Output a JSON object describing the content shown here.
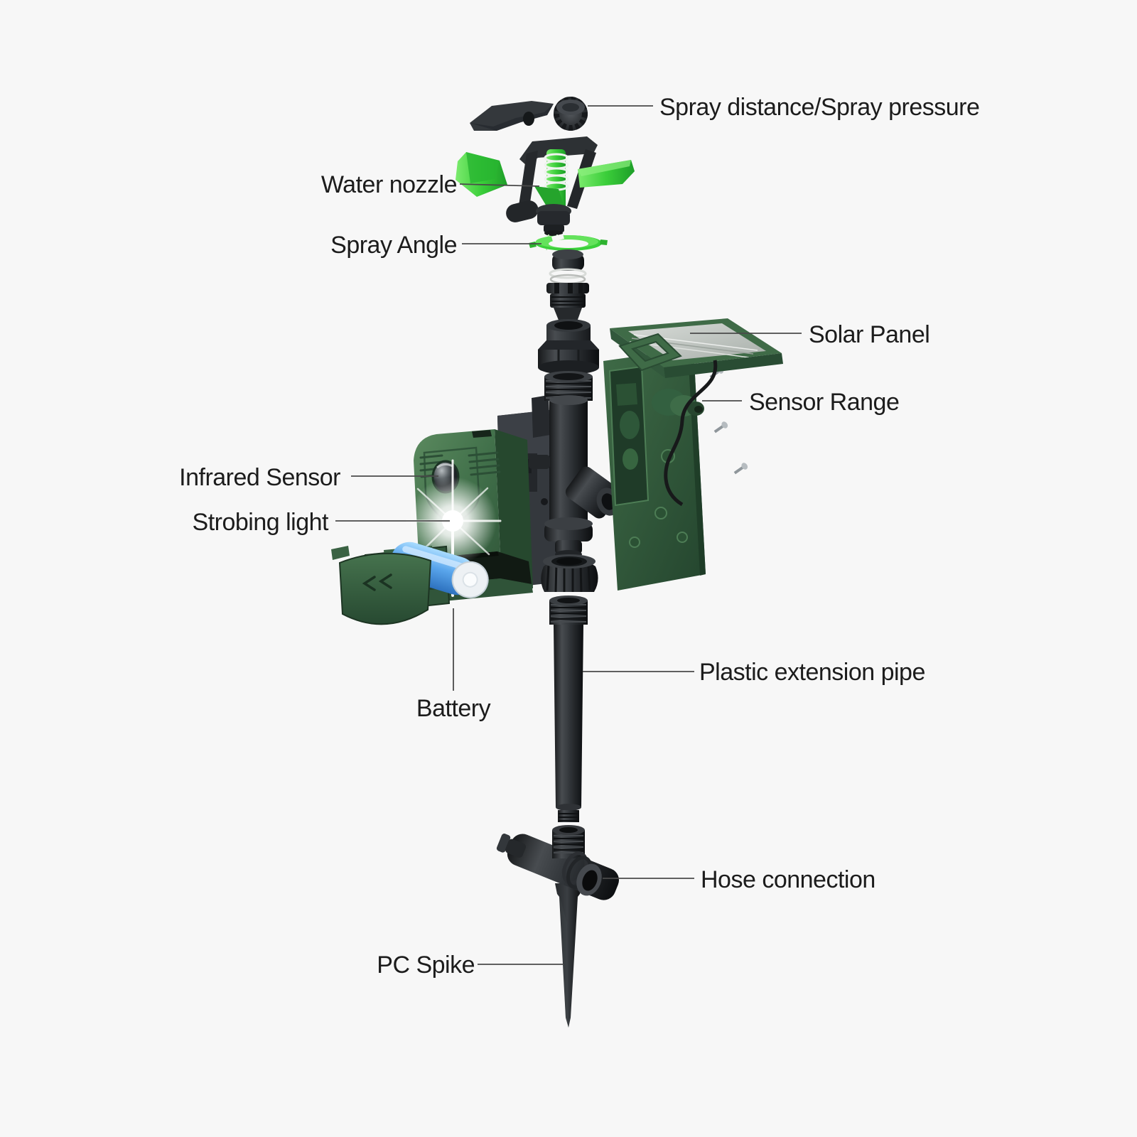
{
  "diagram": {
    "kind": "exploded-view-product-diagram"
  },
  "labels": {
    "spray_distance": "Spray distance/Spray pressure",
    "water_nozzle": "Water nozzle",
    "spray_angle": "Spray Angle",
    "solar_panel": "Solar Panel",
    "sensor_range": "Sensor Range",
    "infrared_sensor": "Infrared Sensor",
    "strobing_light": "Strobing light",
    "battery": "Battery",
    "extension_pipe": "Plastic extension pipe",
    "hose_connection": "Hose connection",
    "pc_spike": "PC Spike"
  },
  "colors": {
    "background": "#f7f7f7",
    "label_text": "#1c1c1c",
    "leader_line": "#4a4a4a",
    "bright_green": "#3bce3a",
    "forest_green": "#3f6b47",
    "dark_green": "#24452e",
    "black_part": "#26292c",
    "battery_blue": "#5aa6ec",
    "solar_cell_gray": "#b9beba",
    "strobe_white": "#ffffff"
  }
}
